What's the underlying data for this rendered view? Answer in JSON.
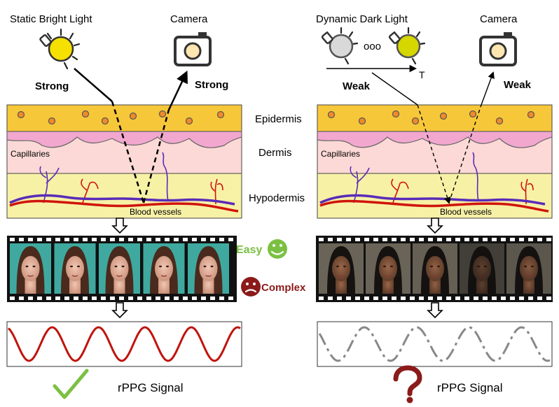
{
  "left": {
    "light_label": "Static Bright Light",
    "camera_label": "Camera",
    "incoming_strength": "Strong",
    "outgoing_strength": "Strong",
    "blood_vessels_label": "Blood vessels",
    "capillaries_label": "Capillaries",
    "easy_label": "Easy",
    "complex_label": "Complex",
    "signal_label": "rPPG Signal",
    "result_icon": "checkmark-icon"
  },
  "right": {
    "light_label": "Dynamic Dark Light",
    "camera_label": "Camera",
    "sequence_ellipsis": "ooo",
    "time_axis_label": "T",
    "incoming_strength": "Weak",
    "outgoing_strength": "Weak",
    "blood_vessels_label": "Blood vessels",
    "capillaries_label": "Capillaries",
    "signal_label": "rPPG Signal",
    "result_icon": "question-mark-icon"
  },
  "layers": [
    "Epidermis",
    "Dermis",
    "Hypodermis"
  ],
  "colors": {
    "epidermis": "#f7c73a",
    "dermis": "#fcd9d6",
    "dermis_wave": "#f2a7cf",
    "hypodermis": "#f7f1a6",
    "artery": "#d0140c",
    "vein": "#5a2bb8",
    "good_signal": "#c0140c",
    "bad_signal": "#888888",
    "easy_green": "#7bc043",
    "complex_red": "#8b1a1a",
    "bright_bulb": "#f5e000",
    "dark_bulb": "#d6d600"
  }
}
